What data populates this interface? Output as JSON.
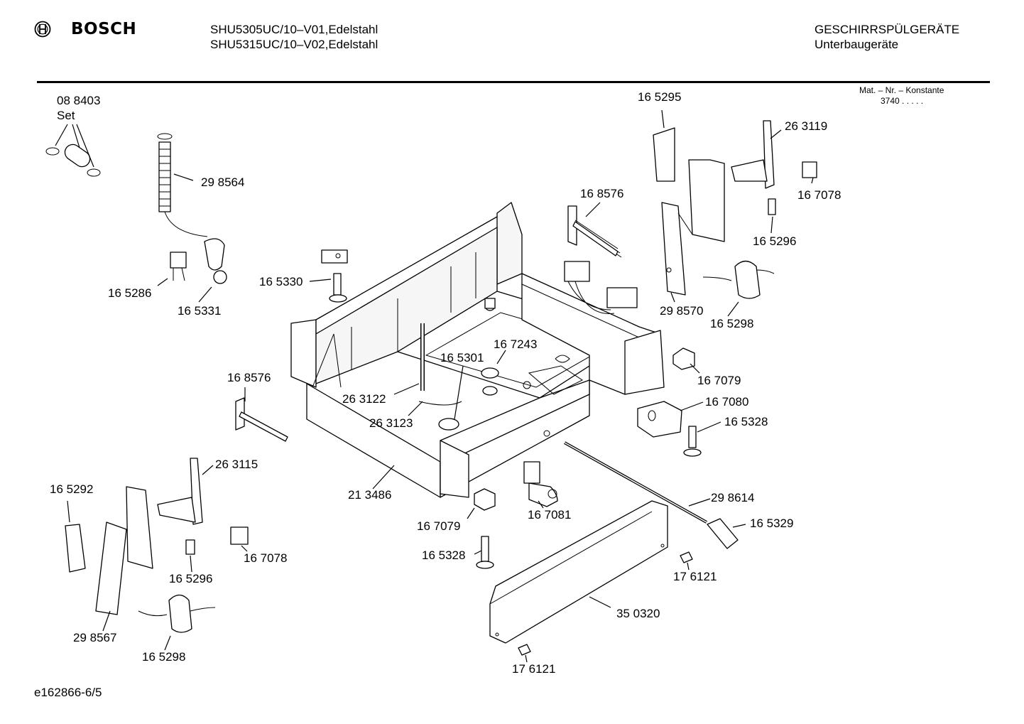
{
  "header": {
    "brand": "BOSCH",
    "model_line_1": "SHU5305UC/10–V01,Edelstahl",
    "model_line_2": "SHU5315UC/10–V02,Edelstahl",
    "category": "GESCHIRRSPÜLGERÄTE",
    "subcategory": "Unterbaugeräte"
  },
  "mat_info": {
    "label": "Mat. – Nr. – Konstante",
    "value": "3740  .  .  .  .  ."
  },
  "footer": {
    "drawing_id": "e162866-6/5"
  },
  "parts": [
    {
      "id": "p01",
      "number": "08 8403"
    },
    {
      "id": "p02",
      "number": "Set"
    },
    {
      "id": "p03",
      "number": "29 8564"
    },
    {
      "id": "p04",
      "number": "16 5286"
    },
    {
      "id": "p05",
      "number": "16 5331"
    },
    {
      "id": "p06",
      "number": "16 5330"
    },
    {
      "id": "p07",
      "number": "16 5295"
    },
    {
      "id": "p08",
      "number": "26 3119"
    },
    {
      "id": "p09",
      "number": "16 7078"
    },
    {
      "id": "p10",
      "number": "16 8576"
    },
    {
      "id": "p11",
      "number": "16 5296"
    },
    {
      "id": "p12",
      "number": "29 8570"
    },
    {
      "id": "p13",
      "number": "16 5298"
    },
    {
      "id": "p14",
      "number": "16 7243"
    },
    {
      "id": "p15",
      "number": "16 5301"
    },
    {
      "id": "p16",
      "number": "16 8576"
    },
    {
      "id": "p17",
      "number": "26 3122"
    },
    {
      "id": "p18",
      "number": "26 3123"
    },
    {
      "id": "p19",
      "number": "16 7079"
    },
    {
      "id": "p20",
      "number": "16 7080"
    },
    {
      "id": "p21",
      "number": "16 5328"
    },
    {
      "id": "p22",
      "number": "26 3115"
    },
    {
      "id": "p23",
      "number": "16 5292"
    },
    {
      "id": "p24",
      "number": "21 3486"
    },
    {
      "id": "p25",
      "number": "29 8614"
    },
    {
      "id": "p26",
      "number": "16 5329"
    },
    {
      "id": "p27",
      "number": "16 7079"
    },
    {
      "id": "p28",
      "number": "16 7081"
    },
    {
      "id": "p29",
      "number": "16 7078"
    },
    {
      "id": "p30",
      "number": "16 5296"
    },
    {
      "id": "p31",
      "number": "16 5328"
    },
    {
      "id": "p32",
      "number": "17 6121"
    },
    {
      "id": "p33",
      "number": "35 0320"
    },
    {
      "id": "p34",
      "number": "29 8567"
    },
    {
      "id": "p35",
      "number": "16 5298"
    },
    {
      "id": "p36",
      "number": "17 6121"
    }
  ]
}
